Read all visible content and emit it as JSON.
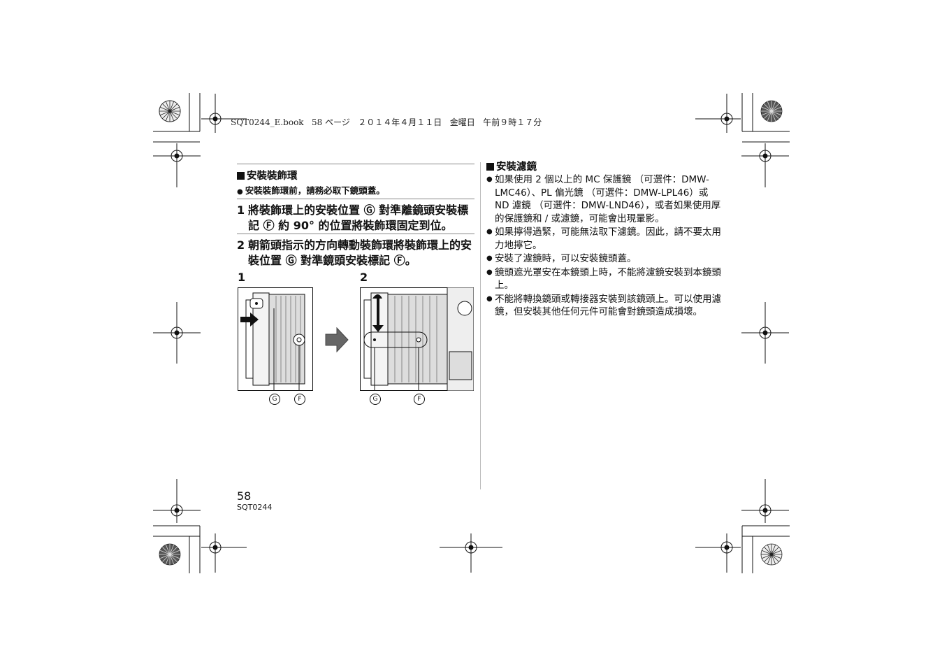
{
  "print_header": "SQT0244_E.book   58 ページ   ２０１４年４月１１日   金曜日   午前９時１７分",
  "left": {
    "section_title": "安裝裝飾環",
    "note": "安裝裝飾環前，請務必取下鏡頭蓋。",
    "steps": [
      {
        "num": "1",
        "text": "將裝飾環上的安裝位置 Ⓖ 對準離鏡頭安裝標記 Ⓕ 約 90° 的位置將裝飾環固定到位。"
      },
      {
        "num": "2",
        "text": "朝箭頭指示的方向轉動裝飾環將裝飾環上的安裝位置 Ⓖ 對準鏡頭安裝標記 Ⓕ。"
      }
    ],
    "figures": [
      {
        "num": "1",
        "callouts": [
          "G",
          "F"
        ]
      },
      {
        "num": "2",
        "callouts": [
          "G",
          "F"
        ]
      }
    ]
  },
  "right": {
    "section_title": "安裝濾鏡",
    "bullets": [
      "如果使用 2 個以上的 MC 保護鏡 （可選件：DMW-LMC46）、PL 偏光鏡 （可選件：DMW-LPL46）或 ND 濾鏡 （可選件：DMW-LND46），或者如果使用厚的保護鏡和 / 或濾鏡，可能會出現暈影。",
      "如果擰得過緊，可能無法取下濾鏡。因此，請不要太用力地擰它。",
      "安裝了濾鏡時，可以安裝鏡頭蓋。",
      "鏡頭遮光罩安在本鏡頭上時，不能將濾鏡安裝到本鏡頭上。",
      "不能將轉換鏡頭或轉接器安裝到該鏡頭上。可以使用濾鏡，但安裝其他任何元件可能會對鏡頭造成損壞。"
    ]
  },
  "footer": {
    "page_number": "58",
    "doc_code": "SQT0244"
  },
  "colors": {
    "text": "#111111",
    "rule": "#888888"
  }
}
